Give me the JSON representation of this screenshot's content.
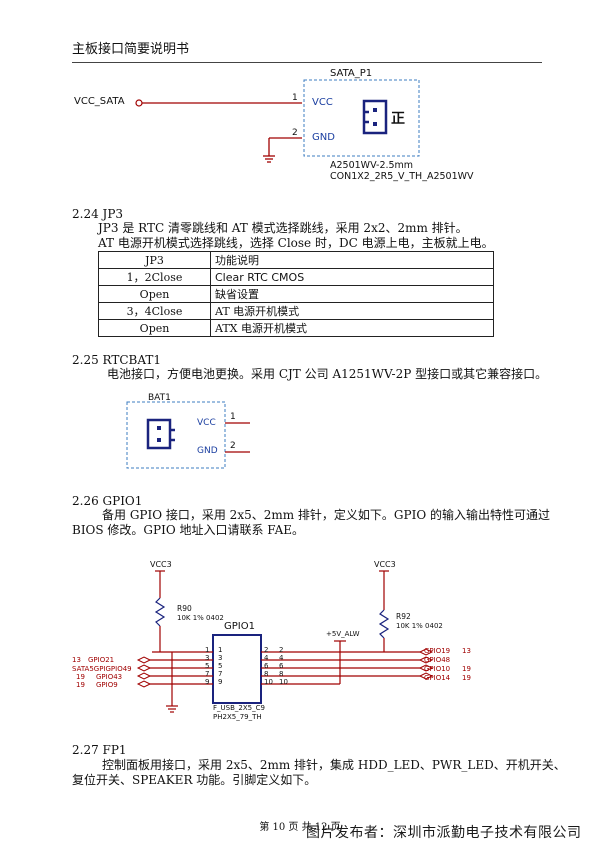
{
  "header": {
    "title": "主板接口简要说明书"
  },
  "sata": {
    "title": "SATA_P1",
    "net_label": "VCC_SATA",
    "pin1": "1",
    "pin2": "2",
    "vcc": "VCC",
    "gnd": "GND",
    "mark": "正",
    "part1": "A2501WV-2.5mm",
    "part2": "CON1X2_2R5_V_TH_A2501WV"
  },
  "jp3": {
    "heading": "2.24 JP3",
    "line1": "JP3 是 RTC 清零跳线和 AT 模式选择跳线，采用 2x2、2mm 排针。",
    "line2": "AT 电源开机模式选择跳线，选择 Close 时，DC 电源上电，主板就上电。",
    "table": {
      "headers": [
        "JP3",
        "功能说明"
      ],
      "rows": [
        [
          "1，2Close",
          "Clear RTC CMOS"
        ],
        [
          "Open",
          "缺省设置"
        ],
        [
          "3，4Close",
          "AT 电源开机模式"
        ],
        [
          "Open",
          "ATX 电源开机模式"
        ]
      ]
    }
  },
  "rtcbat": {
    "heading": "2.25    RTCBAT1",
    "line1": "电池接口，方便电池更换。采用 CJT 公司 A1251WV-2P 型接口或其它兼容接口。",
    "title": "BAT1",
    "vcc": "VCC",
    "gnd": "GND",
    "pin1": "1",
    "pin2": "2"
  },
  "gpio": {
    "heading": "2.26    GPIO1",
    "line1": "备用 GPIO 接口，采用 2x5、2mm 排针，定义如下。GPIO 的输入输出特性可通过",
    "line2": "BIOS 修改。GPIO 地址入口请联系 FAE。",
    "vcc_left": "VCC3",
    "vcc_right": "VCC3",
    "r_left": "R90",
    "r_left_val": "10K 1% 0402",
    "r_right": "R92",
    "r_right_val": "10K 1% 0402",
    "title": "GPIO1",
    "alw": "+5V_ALW",
    "foot1": "F_USB_2X5_C9",
    "foot2": "PH2X5_79_TH",
    "pins_left": [
      "1",
      "3",
      "5",
      "7",
      "9"
    ],
    "pins_right": [
      "2",
      "4",
      "6",
      "8",
      "10"
    ],
    "left_nets": [
      {
        "num": "13",
        "name": "GPIO21"
      },
      {
        "num": "",
        "name": "SATA5GPIGPIO49"
      },
      {
        "num": "19",
        "name": "GPIO43"
      },
      {
        "num": "19",
        "name": "GPIO9"
      }
    ],
    "right_nets": [
      {
        "name": "GPIO19",
        "num": "13"
      },
      {
        "name": "GPIO48",
        "num": ""
      },
      {
        "name": "GPIO10",
        "num": "19"
      },
      {
        "name": "GPIO14",
        "num": "19"
      }
    ]
  },
  "fp1": {
    "heading": "2.27    FP1",
    "line1": "控制面板用接口，采用 2x5、2mm 排针，集成 HDD_LED、PWR_LED、开机开关、",
    "line2": "复位开关、SPEAKER 功能。引脚定义如下。"
  },
  "footer": {
    "page": "第 10 页 共 12 页"
  },
  "watermark": {
    "text": "图片发布者：深圳市派勤电子技术有限公司"
  }
}
